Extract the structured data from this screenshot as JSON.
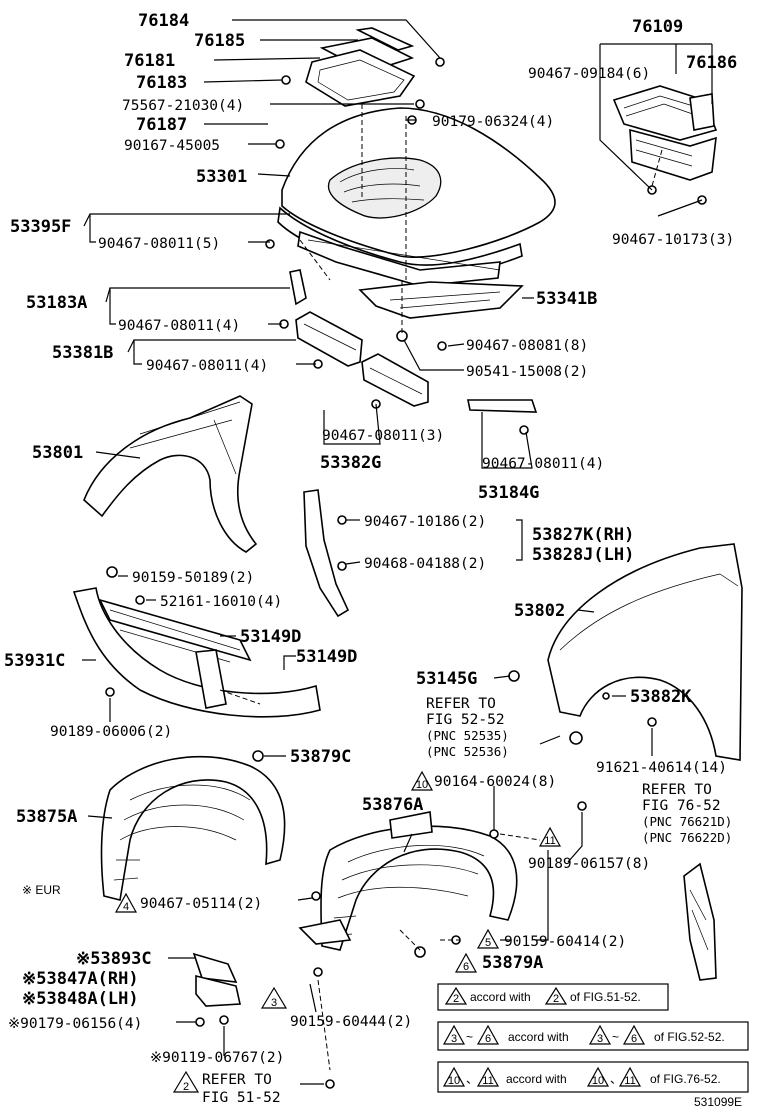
{
  "labels": {
    "l76184": "76184",
    "l76185": "76185",
    "l76181": "76181",
    "l76183": "76183",
    "l75567": "75567-21030(4)",
    "l76187": "76187",
    "l90167": "90167-45005",
    "l53301": "53301",
    "l90179a": "90179-06324(4)",
    "l76109": "76109",
    "l90467_09184": "90467-09184(6)",
    "l76186": "76186",
    "l90467_10173": "90467-10173(3)",
    "l53395F": "53395F",
    "l90467_08011_5": "90467-08011(5)",
    "l53183A": "53183A",
    "l90467_08011_4a": "90467-08011(4)",
    "l53341B": "53341B",
    "l90467_08081": "90467-08081(8)",
    "l53381B": "53381B",
    "l90467_08011_4b": "90467-08011(4)",
    "l90541": "90541-15008(2)",
    "l90467_08011_3": "90467-08011(3)",
    "l53382G": "53382G",
    "l90467_08011_4c": "90467-08011(4)",
    "l53184G": "53184G",
    "l53801": "53801",
    "l90467_10186": "90467-10186(2)",
    "l53827K": "53827K(RH)",
    "l53828J": "53828J(LH)",
    "l90468": "90468-04188(2)",
    "l90159_50189": "90159-50189(2)",
    "l52161": "52161-16010(4)",
    "l53802": "53802",
    "l53149D_a": "53149D",
    "l53931C": "53931C",
    "l53149D_b": "53149D",
    "l53145G": "53145G",
    "l53882K": "53882K",
    "l90189_06006": "90189-06006(2)",
    "refer1_a": "REFER TO",
    "refer1_b": "FIG 52-52",
    "refer1_c": "(PNC 52535)",
    "refer1_d": "(PNC 52536)",
    "l91621": "91621-40614(14)",
    "l53879C": "53879C",
    "l90164": "90164-60024(8)",
    "l53875A": "53875A",
    "l53876A": "53876A",
    "refer2_a": "REFER TO",
    "refer2_b": "FIG 76-52",
    "refer2_c": "(PNC 76621D)",
    "refer2_d": "(PNC 76622D)",
    "l90189_06157": "90189-06157(8)",
    "eur": "※ EUR",
    "l90467_05114": "90467-05114(2)",
    "l90159_60414": "90159-60414(2)",
    "l53879A": "53879A",
    "l53893C": "※53893C",
    "l53847A": "※53847A(RH)",
    "l53848A": "※53848A(LH)",
    "l90159_60444": "90159-60444(2)",
    "l90179_06156": "※90179-06156(4)",
    "l90119": "※90119-06767(2)",
    "refer3_a": "REFER TO",
    "refer3_b": "FIG 51-52",
    "fig_id": "531099E"
  },
  "triangles": {
    "t10": "10",
    "t11": "11",
    "t4": "4",
    "t5": "5",
    "t6": "6",
    "t3": "3",
    "t2": "2"
  },
  "notes": {
    "n1_a": "accord with",
    "n1_b": "of FIG.51-52.",
    "n2_sep": "~",
    "n2_a": "accord with",
    "n2_b": "of FIG.52-52.",
    "n3_sep": "、",
    "n3_a": "accord with",
    "n3_b": "of FIG.76-52."
  }
}
